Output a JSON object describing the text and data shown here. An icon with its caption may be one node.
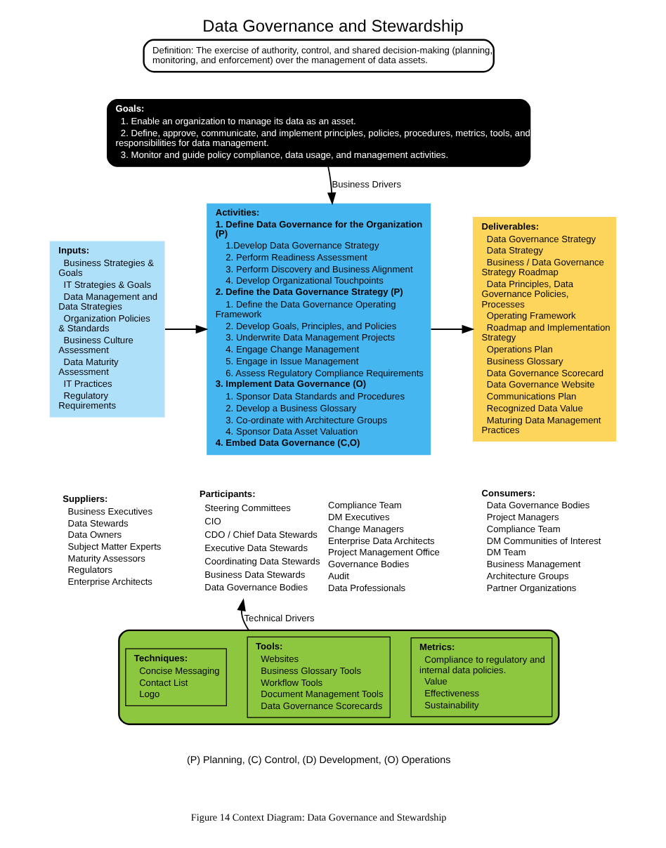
{
  "diagram": {
    "title": "Data Governance and Stewardship",
    "caption": "Figure 14 Context Diagram: Data Governance and Stewardship",
    "nodes": [
      {
        "text": [
          "Definition: The exercise of authority, control, and shared decision-making (planning, monitoring, and enforcement) over the management of data assets."
        ]
      },
      {
        "text": [
          "Goals:",
          "1. Enable an organization to manage its data as an asset.",
          "2. Define, approve, communicate, and implement principles, policies, procedures, metrics, tools, and responsibilities for data management.",
          "3. Monitor and guide policy compliance, data usage, and management activities."
        ]
      },
      {
        "text": [
          "Inputs:",
          "Business Strategies & Goals",
          "IT Strategies & Goals",
          "Data Management and Data Strategies",
          "Organization Policies & Standards",
          "Business Culture Assessment",
          "Data Maturity Assessment",
          "IT Practices",
          "Regulatory Requirements"
        ]
      },
      {
        "text": [
          "Activities:",
          "1. Define Data Governance for the Organization (P)",
          "1.Develop Data Governance Strategy",
          "2. Perform Readiness Assessment",
          "3. Perform Discovery and Business Alignment",
          "4. Develop Organizational Touchpoints",
          "2. Define the Data Governance Strategy (P)",
          "1. Define the Data Governance Operating Framework",
          "2. Develop Goals, Principles, and Policies",
          "3. Underwrite Data Management Projects",
          "4. Engage Change Management",
          "5. Engage in Issue Management",
          "6. Assess Regulatory Compliance Requirements",
          "3. Implement Data Governance (O)",
          "1. Sponsor Data Standards and Procedures",
          "2. Develop a Business Glossary",
          "3. Co-ordinate with Architecture Groups",
          "4. Sponsor Data Asset Valuation",
          "4. Embed Data Governance (C,O)"
        ]
      },
      {
        "text": [
          "Deliverables:",
          "Data Governance Strategy",
          "Data Strategy",
          "Business / Data Governance Strategy Roadmap",
          "Data Principles, Data Governance Policies, Processes",
          "Operating Framework",
          "Roadmap and Implementation Strategy",
          "Operations Plan",
          "Business Glossary",
          "Data Governance Scorecard",
          "Data Governance Website",
          "Communications Plan",
          "Recognized Data Value",
          "Maturing Data Management Practices"
        ]
      },
      {
        "text": [
          "Suppliers:",
          "Business Executives",
          "Data Stewards",
          "Data Owners",
          "Subject Matter Experts",
          "Maturity Assessors",
          "Regulators",
          "Enterprise Architects"
        ]
      },
      {
        "text": [
          "Participants:",
          "Steering Committees",
          "CIO",
          "CDO / Chief Data Stewards",
          "Executive Data Stewards",
          "Coordinating Data Stewards",
          "Business Data Stewards",
          "Data Governance Bodies",
          "Compliance Team",
          "DM Executives",
          "Change Managers",
          "Enterprise Data Architects",
          "Project Management Office",
          "Governance Bodies",
          "Audit",
          "Data Professionals"
        ]
      },
      {
        "text": [
          "Consumers:",
          "Data Governance Bodies",
          "Project Managers",
          "Compliance Team",
          "DM Communities of Interest",
          "DM Team",
          "Business Management",
          "Architecture Groups",
          "Partner Organizations"
        ]
      },
      {
        "text": [],
        "shape": "box"
      },
      {
        "text": [
          "Techniques:",
          "Concise Messaging",
          "Contact List",
          "Logo"
        ],
        "in": 8
      },
      {
        "text": [
          "Tools:",
          "Websites",
          "Business Glossary Tools",
          "Workflow Tools",
          "Document Management Tools",
          "Data Governance Scorecards"
        ],
        "in": 8
      },
      {
        "text": [
          "Metrics:",
          "Compliance to regulatory and internal data policies.",
          "Value",
          "Effectiveness",
          "Sustainability"
        ],
        "in": 8
      }
    ],
    "edges": [
      {
        "from": 1,
        "to": 3,
        "arrow": "to",
        "label": "Business Drivers"
      },
      {
        "from": 2,
        "to": 3,
        "arrow": "to"
      },
      {
        "from": 3,
        "to": 4,
        "arrow": "to"
      },
      {
        "from": 8,
        "to": 6,
        "arrow": "to",
        "label": "Technical Drivers"
      }
    ],
    "labels": [
      "(P) Planning, (C) Control, (D) Development, (O) Operations"
    ]
  }
}
